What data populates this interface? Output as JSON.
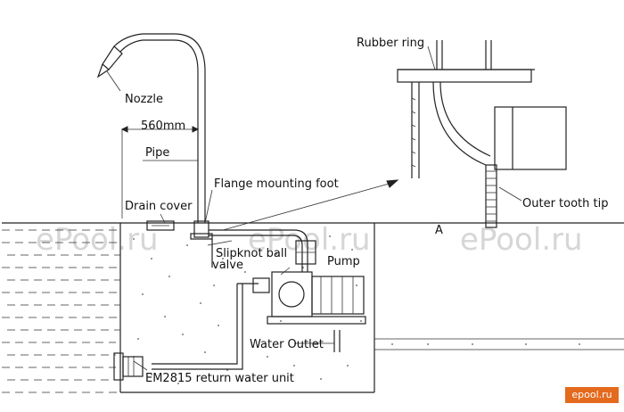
{
  "labels": {
    "rubber_ring": "Rubber ring",
    "nozzle": "Nozzle",
    "dimension": "560mm",
    "pipe": "Pipe",
    "flange": "Flange mounting foot",
    "drain_cover": "Drain cover",
    "outer_tooth": "Outer tooth tip",
    "detail_letter": "A",
    "slipknot_line1": "Slipknot ball",
    "slipknot_line2": "valve",
    "pump": "Pump",
    "water_outlet": "Water Outlet",
    "return_unit": "EM2815 return water unit"
  },
  "watermark": "ePool.ru",
  "brand_logo": "epool.ru",
  "colors": {
    "line": "#222222",
    "watermark": "#d6d6d6",
    "brand": "#e46a1e"
  }
}
